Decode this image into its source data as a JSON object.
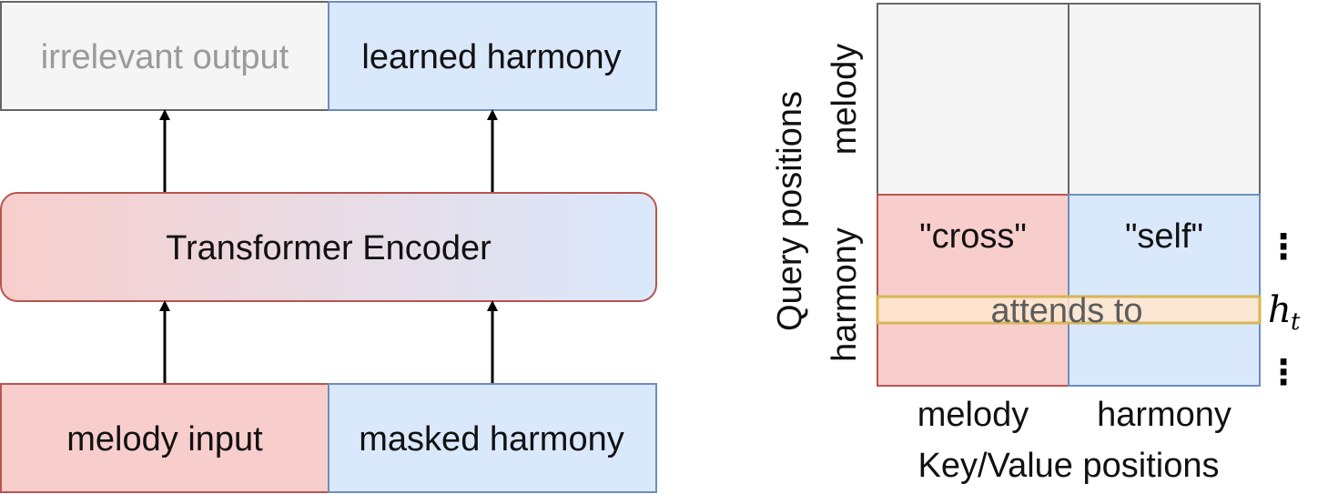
{
  "left_diagram": {
    "outputs": {
      "irrelevant": "irrelevant output",
      "learned": "learned harmony"
    },
    "encoder": "Transformer Encoder",
    "inputs": {
      "melody": "melody input",
      "masked": "masked harmony"
    }
  },
  "attention_matrix": {
    "query_axis_title": "Query positions",
    "query_rows": [
      "melody",
      "harmony"
    ],
    "key_axis_title": "Key/Value positions",
    "key_cols": [
      "melody",
      "harmony"
    ],
    "cross_label": "\"cross\"",
    "self_label": "\"self\"",
    "attends_label": "attends to",
    "ellipsis": "⋮",
    "row_symbol": "h",
    "row_subscript": "t"
  },
  "colors": {
    "red_fill": "#f8cecc",
    "red_stroke": "#b85450",
    "blue_fill": "#dae8fc",
    "blue_stroke": "#6c8ebf",
    "gray_fill": "#f5f5f5",
    "gray_stroke": "#666666",
    "highlight_fill": "#ffe6cc",
    "highlight_stroke": "#d6b656"
  }
}
